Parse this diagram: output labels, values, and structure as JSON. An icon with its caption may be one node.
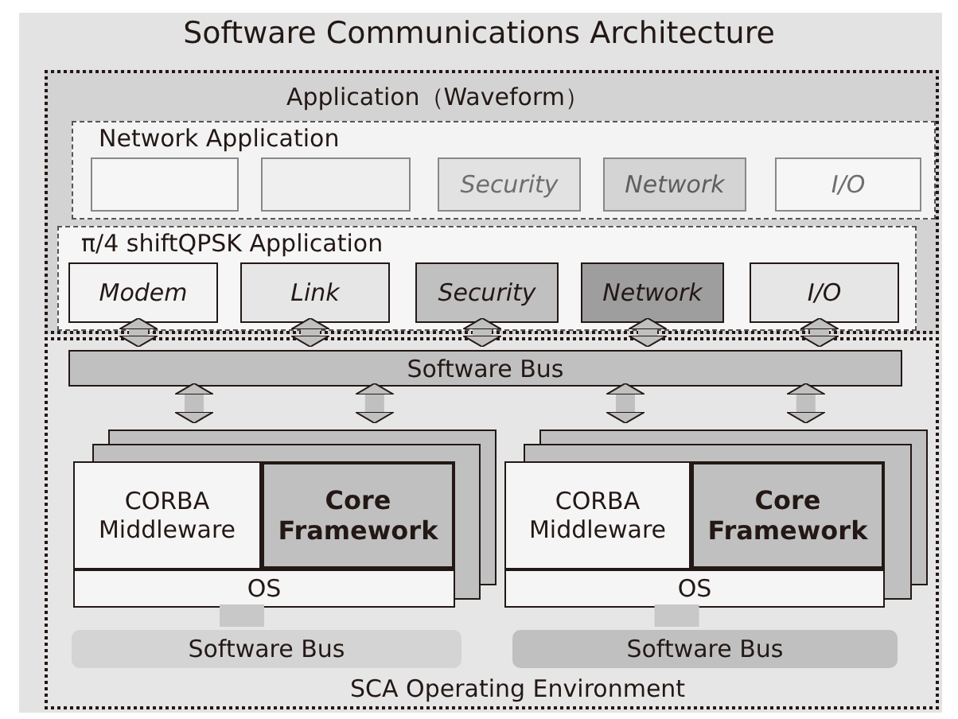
{
  "diagram": {
    "title": "Software Communications Architecture",
    "nodes": [
      {
        "text": [
          "Application（Waveform）"
        ]
      },
      {
        "text": [
          "Network Application"
        ],
        "in": 0
      },
      {
        "text": [],
        "shape": "box",
        "in": 1
      },
      {
        "text": [],
        "shape": "box",
        "in": 1
      },
      {
        "text": [
          "Security"
        ],
        "in": 1
      },
      {
        "text": [
          "Network"
        ],
        "in": 1
      },
      {
        "text": [
          "I/O"
        ],
        "in": 1
      },
      {
        "text": [
          "π/4 shiftQPSK Application"
        ],
        "in": 0
      },
      {
        "text": [
          "Modem"
        ],
        "in": 7
      },
      {
        "text": [
          "Link"
        ],
        "in": 7
      },
      {
        "text": [
          "Security"
        ],
        "in": 7
      },
      {
        "text": [
          "Network"
        ],
        "in": 7
      },
      {
        "text": [
          "I/O"
        ],
        "in": 7
      },
      {
        "text": [
          "SCA Operating Environment"
        ]
      },
      {
        "text": [
          "Software Bus"
        ],
        "in": 13
      },
      {
        "text": [],
        "shape": "box",
        "in": 13
      },
      {
        "text": [
          "CORBA Middleware"
        ],
        "in": 15
      },
      {
        "text": [
          "Core Framework"
        ],
        "in": 15
      },
      {
        "text": [
          "OS"
        ],
        "in": 15
      },
      {
        "text": [
          "Software Bus"
        ],
        "in": 13
      },
      {
        "text": [],
        "shape": "box",
        "in": 13
      },
      {
        "text": [
          "CORBA Middleware"
        ],
        "in": 20
      },
      {
        "text": [
          "Core Framework"
        ],
        "in": 20
      },
      {
        "text": [
          "OS"
        ],
        "in": 20
      },
      {
        "text": [
          "Software Bus"
        ],
        "in": 13
      }
    ],
    "edges": [
      {
        "from": 8,
        "to": 14,
        "arrow": "both"
      },
      {
        "from": 9,
        "to": 14,
        "arrow": "both"
      },
      {
        "from": 10,
        "to": 14,
        "arrow": "both"
      },
      {
        "from": 11,
        "to": 14,
        "arrow": "both"
      },
      {
        "from": 12,
        "to": 14,
        "arrow": "both"
      },
      {
        "from": 14,
        "to": 15,
        "arrow": "both"
      },
      {
        "from": 14,
        "to": 15,
        "arrow": "both"
      },
      {
        "from": 14,
        "to": 20,
        "arrow": "both"
      },
      {
        "from": 14,
        "to": 20,
        "arrow": "both"
      },
      {
        "from": 18,
        "to": 19,
        "arrow": "none",
        "style": "thick"
      },
      {
        "from": 23,
        "to": 24,
        "arrow": "none",
        "style": "thick"
      }
    ]
  }
}
